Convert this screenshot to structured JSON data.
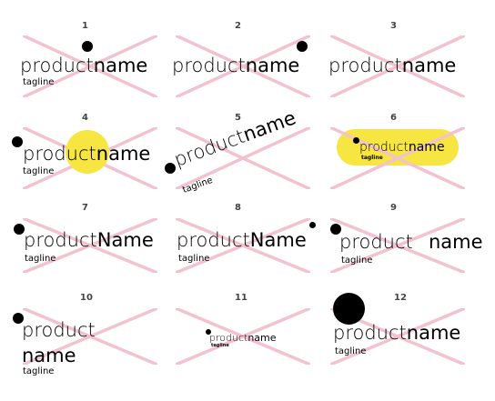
{
  "colors": {
    "x_mark": "#f2c2cf",
    "highlight": "#f7e541",
    "dot": "#000000"
  },
  "logos": [
    {
      "number": "1",
      "product": "product",
      "name": "name",
      "tagline": "tagline"
    },
    {
      "number": "2",
      "product": "product",
      "name": "name"
    },
    {
      "number": "3",
      "product": "product",
      "name": "name"
    },
    {
      "number": "4",
      "product": "product",
      "name": "name",
      "tagline": "tagline"
    },
    {
      "number": "5",
      "product": "product",
      "name": "name",
      "tagline": "tagline"
    },
    {
      "number": "6",
      "product": "product",
      "name": "name",
      "tagline": "tagline"
    },
    {
      "number": "7",
      "product": "product",
      "name": "Name",
      "tagline": "tagline"
    },
    {
      "number": "8",
      "product": "product",
      "name": "Name",
      "tagline": "tagline"
    },
    {
      "number": "9",
      "product": "product",
      "name": "name",
      "tagline": "tagline"
    },
    {
      "number": "10",
      "product": "product",
      "name": "name",
      "tagline": "tagline"
    },
    {
      "number": "11",
      "product": "product",
      "name": "name",
      "tagline": "tagline"
    },
    {
      "number": "12",
      "product": "product",
      "name": "name",
      "tagline": "tagline"
    }
  ]
}
